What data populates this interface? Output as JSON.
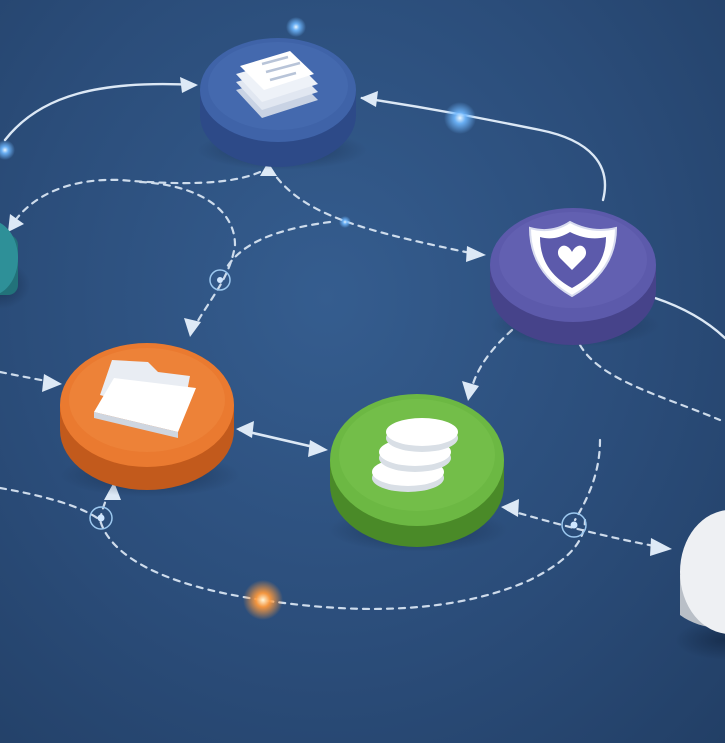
{
  "diagram": {
    "nodes": [
      {
        "id": "documents",
        "icon": "documents-stack-icon",
        "color": "#3f62a6"
      },
      {
        "id": "security",
        "icon": "shield-heart-icon",
        "color": "#5a5aa8"
      },
      {
        "id": "files",
        "icon": "folder-icon",
        "color": "#e8772e"
      },
      {
        "id": "database",
        "icon": "database-icon",
        "color": "#69b540"
      },
      {
        "id": "edge-left",
        "icon": "",
        "color": "#2e8a8f"
      },
      {
        "id": "edge-right",
        "icon": "",
        "color": "#dfe3e8"
      }
    ],
    "edges": [
      {
        "from": "edge-left",
        "to": "documents",
        "style": "solid"
      },
      {
        "from": "security",
        "to": "documents",
        "style": "solid"
      },
      {
        "from": "documents",
        "to": "security",
        "style": "dashed"
      },
      {
        "from": "documents",
        "to": "files",
        "style": "dashed"
      },
      {
        "from": "files",
        "to": "database",
        "style": "solid"
      },
      {
        "from": "security",
        "to": "database",
        "style": "dashed"
      },
      {
        "from": "database",
        "to": "edge-right",
        "style": "dashed"
      },
      {
        "from": "edge-left",
        "to": "files",
        "style": "dashed"
      }
    ],
    "accent_glow": "#ff9a3c",
    "link_glow": "#6fb8ff"
  }
}
